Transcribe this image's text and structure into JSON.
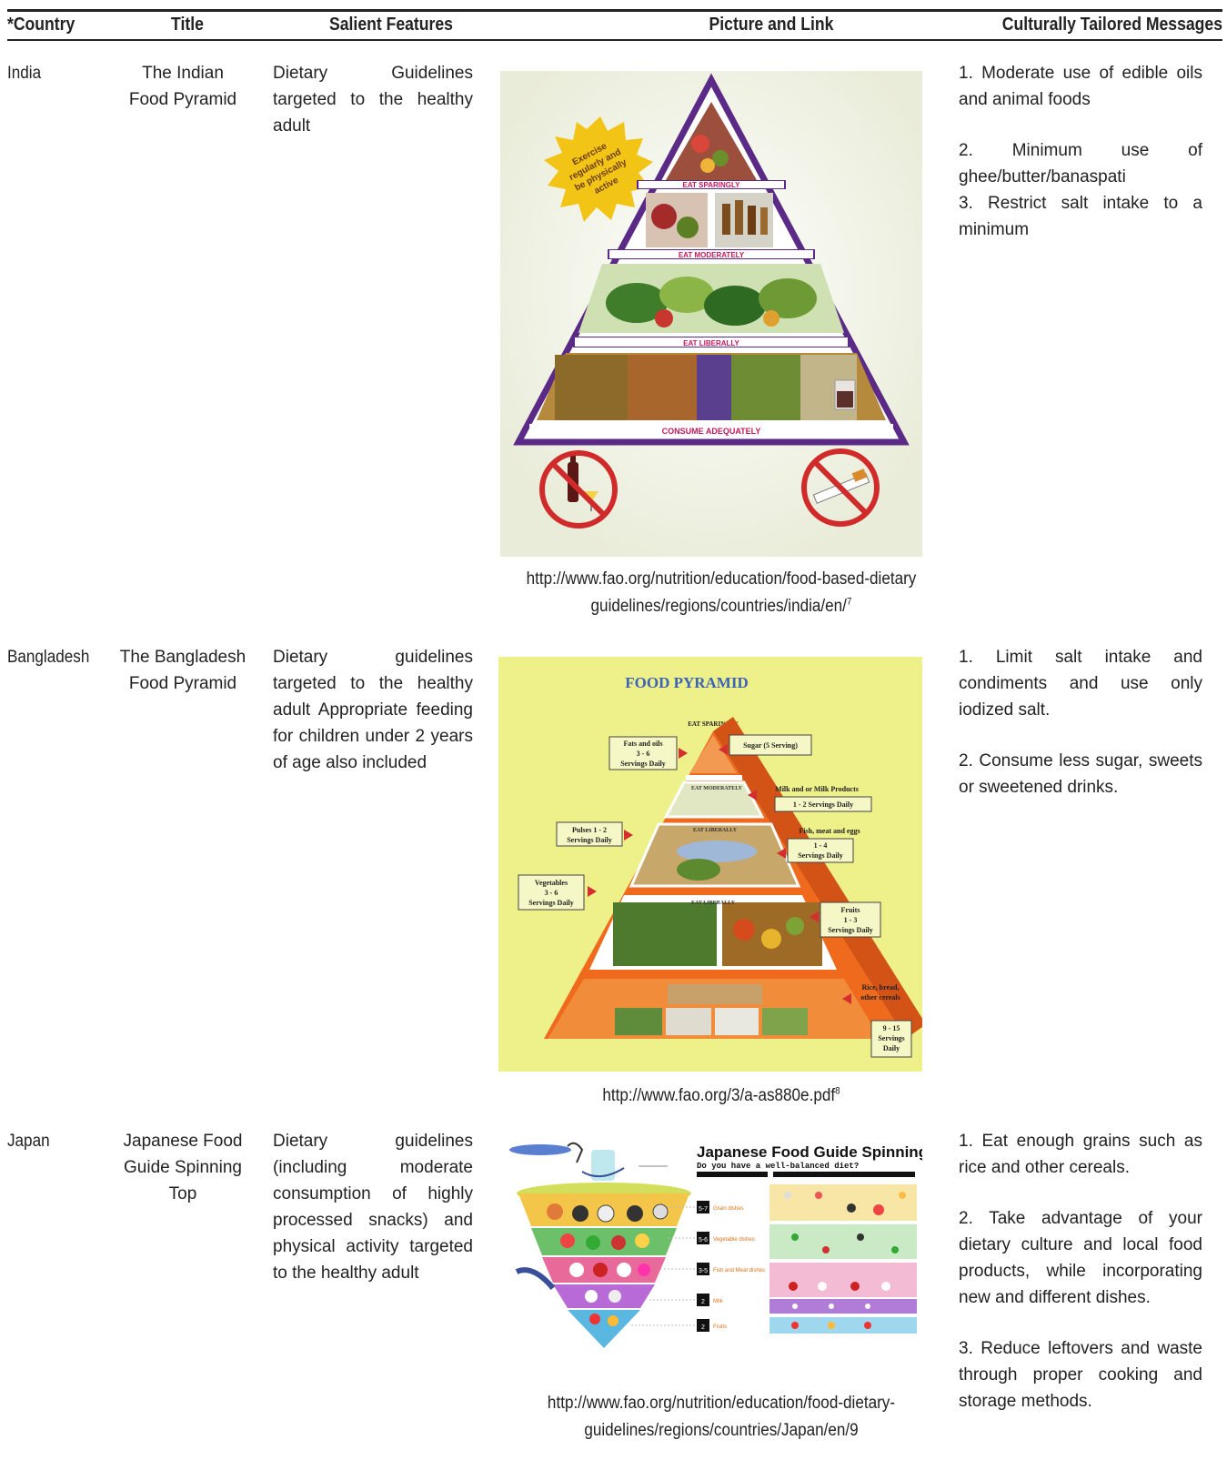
{
  "headers": {
    "country": "*Country",
    "title": "Title",
    "features": "Salient Features",
    "picture": "Picture and Link",
    "messages": "Culturally Tailored Messages"
  },
  "rows": [
    {
      "country": "India",
      "title_lines": [
        "The Indian",
        "Food Pyramid"
      ],
      "features": "Dietary Guidelines targeted to the healthy adult",
      "link_lines": [
        "http://www.fao.org/nutrition/education/food-based-dietary",
        "guidelines/regions/countries/india/en/"
      ],
      "link_ref": "7",
      "messages": [
        "1. Moderate use of edible oils and animal foods",
        "2. Minimum use of ghee/butter/banaspati",
        "3. Restrict salt intake to a minimum"
      ],
      "image": {
        "badge_lines": [
          "Exercise",
          "regularly and",
          "be physically",
          "active"
        ],
        "tier_labels": [
          "EAT SPARINGLY",
          "EAT MODERATELY",
          "EAT LIBERALLY",
          "CONSUME ADEQUATELY"
        ],
        "icons": [
          "no-alcohol-icon",
          "no-smoking-icon"
        ]
      }
    },
    {
      "country": "Bangladesh",
      "title_lines": [
        "The Bangladesh",
        "Food Pyramid"
      ],
      "features": "Dietary guidelines targeted to the healthy adult Appropriate feeding for children under 2 years of age also included",
      "link_lines": [
        "http://www.fao.org/3/a-as880e.pdf"
      ],
      "link_ref": "8",
      "messages": [
        "1. Limit salt intake and condiments and use only iodized salt.",
        "2. Consume less sugar, sweets or sweetened drinks."
      ],
      "image": {
        "heading": "FOOD PYRAMID",
        "top_label": "EAT SPARINGLY",
        "tier_labels": [
          "EAT MODERATELY",
          "EAT LIBERALLY",
          "EAT LIBERALLY"
        ],
        "callouts_left": [
          [
            "Fats and oils",
            "3 - 6",
            "Servings Daily"
          ],
          [
            "Pulses 1 - 2",
            "Servings Daily"
          ],
          [
            "Vegetables",
            "3 - 6",
            "Servings Daily"
          ]
        ],
        "callouts_right": [
          [
            "Sugar (5 Serving)"
          ],
          [
            "Milk and or Milk Products",
            "1 - 2 Servings Daily"
          ],
          [
            "Fish, meat and eggs",
            "1 - 4",
            "Servings Daily"
          ],
          [
            "Fruits",
            "1 - 3",
            "Servings Daily"
          ],
          [
            "Rice, bread,",
            "other cereals"
          ],
          [
            "9 - 15",
            "Servings",
            "Daily"
          ]
        ]
      }
    },
    {
      "country": "Japan",
      "title_lines": [
        "Japanese Food",
        "Guide Spinning Top"
      ],
      "features": "Dietary guidelines (including moderate consumption of highly processed snacks) and physical activity targeted to the healthy adult",
      "link_lines": [
        "http://www.fao.org/nutrition/education/food-dietary-",
        "guidelines/regions/countries/Japan/en/9"
      ],
      "link_ref": "",
      "messages": [
        "1. Eat enough grains such as rice and other cereals.",
        "2. Take advantage of your dietary culture and local food products, while incorporating new and different dishes.",
        "3. Reduce leftovers and waste through proper cooking and storage methods."
      ],
      "image": {
        "heading": "Japanese Food Guide Spinning Top",
        "subheading": "Do you have a well-balanced diet?",
        "serving_counts": [
          "5-7",
          "5-6",
          "3-5",
          "2",
          "2"
        ],
        "group_labels": [
          "Grain dishes",
          "Vegetable dishes",
          "Fish and Meat dishes",
          "Milk",
          "Fruits"
        ]
      }
    }
  ],
  "colors": {
    "rule": "#222222",
    "india_frame": "#5a2a86",
    "india_label": "#c2185b",
    "bangla_bg": "#eef08a",
    "bangla_pyramid": "#ef6a1c",
    "japan_teal": "#39b7c7"
  }
}
